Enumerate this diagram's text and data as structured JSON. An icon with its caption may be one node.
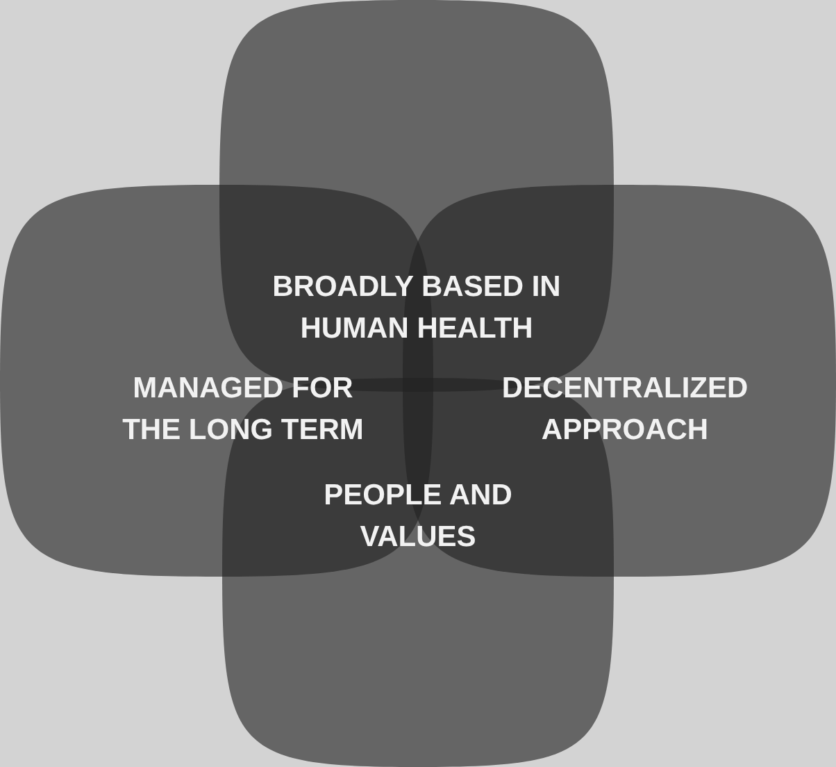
{
  "diagram": {
    "nodes": [
      {
        "text": [
          "BROADLY BASED IN HUMAN HEALTH"
        ]
      },
      {
        "text": [
          "MANAGED FOR THE LONG TERM"
        ]
      },
      {
        "text": [
          "DECENTRALIZED APPROACH"
        ]
      },
      {
        "text": [
          "PEOPLE AND VALUES"
        ]
      }
    ]
  }
}
